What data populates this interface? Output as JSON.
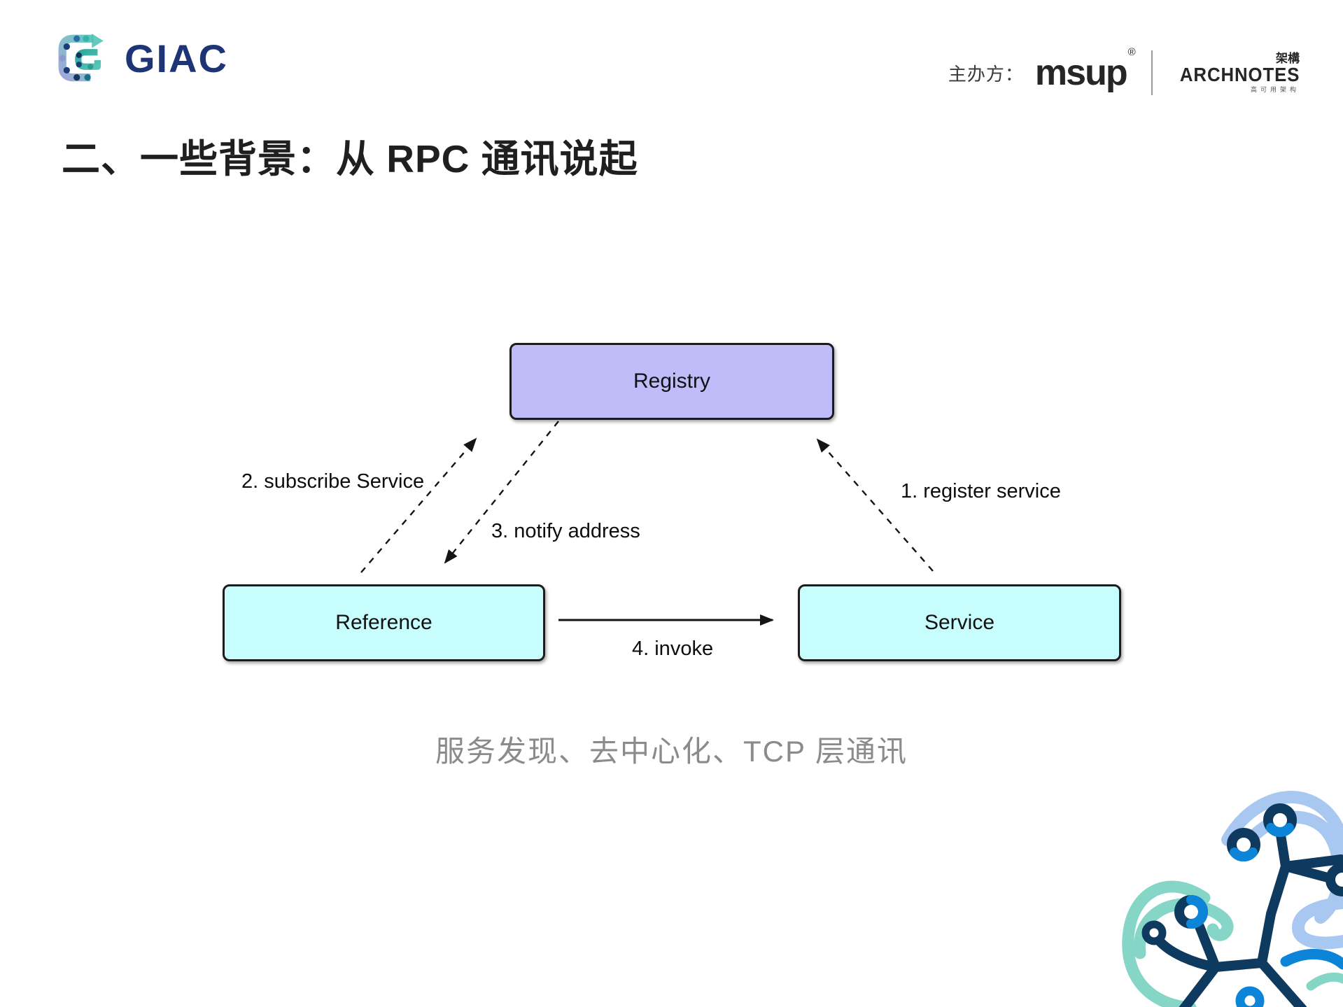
{
  "slide": {
    "title": "二、一些背景：从 RPC 通讯说起",
    "caption": "服务发现、去中心化、TCP 层通讯"
  },
  "header": {
    "giac": {
      "wordmark": "GIAC"
    },
    "organizer_label": "主办方：",
    "msup": {
      "wordmark": "msup",
      "registered_mark": "®"
    },
    "archnotes": {
      "seal_text": "架構",
      "wordmark": "ARCHNOTES",
      "tagline": "高可用架构"
    }
  },
  "diagram": {
    "nodes": [
      {
        "id": "registry",
        "label": "Registry",
        "fill": "#bfbcf9"
      },
      {
        "id": "reference",
        "label": "Reference",
        "fill": "#c8fdfd"
      },
      {
        "id": "service",
        "label": "Service",
        "fill": "#c8fdfd"
      }
    ],
    "edges": [
      {
        "id": "register",
        "label": "1. register service",
        "from": "service",
        "to": "registry",
        "line": "dashed"
      },
      {
        "id": "subscribe",
        "label": "2. subscribe Service",
        "from": "reference",
        "to": "registry",
        "line": "dashed"
      },
      {
        "id": "notify",
        "label": "3. notify address",
        "from": "registry",
        "to": "reference",
        "line": "dashed"
      },
      {
        "id": "invoke",
        "label": "4. invoke",
        "from": "reference",
        "to": "service",
        "line": "solid"
      }
    ]
  },
  "colors": {
    "registry_fill": "#bfbcf9",
    "service_fill": "#c8fdfd",
    "node_border": "#1c1c1c",
    "caption_gray": "#8b8b8b",
    "giac_navy": "#1d3575",
    "deco_navy": "#0e3a60",
    "deco_light_blue": "#a9c8f1",
    "deco_teal": "#85d6c6",
    "deco_bright_blue": "#0c85d8"
  }
}
